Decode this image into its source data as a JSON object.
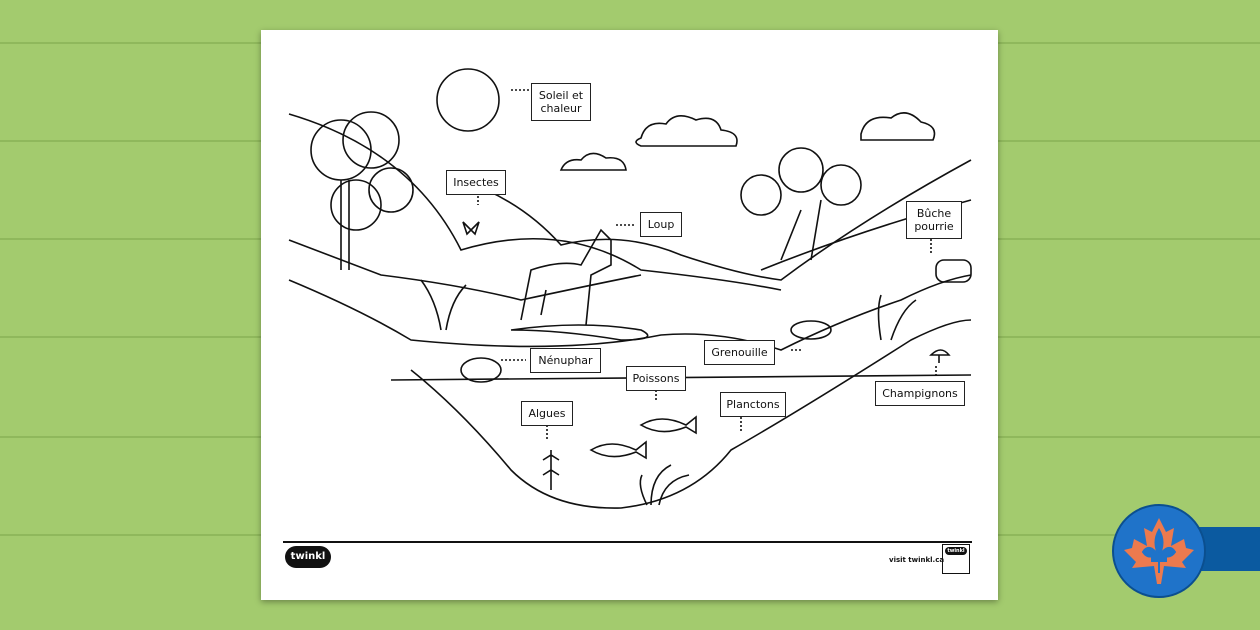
{
  "worksheet": {
    "labels": {
      "sun": "Soleil et chaleur",
      "insects": "Insectes",
      "wolf": "Loup",
      "rotten_log": "Bûche pourrie",
      "water_lily": "Nénuphar",
      "frog": "Grenouille",
      "fish": "Poissons",
      "algae": "Algues",
      "plankton": "Planctons",
      "mushrooms": "Champignons"
    },
    "footer": {
      "logo": "twinkl",
      "visit": "visit twinkl.ca",
      "badge": "twinkl"
    }
  },
  "colors": {
    "background": "#a3cb6e",
    "flag_circle": "#1f73c9",
    "flag_leaf": "#ec7a4e",
    "flag_bar": "#0b5aa0"
  },
  "icons": [
    "maple-leaf-fleur-de-lis-icon"
  ]
}
